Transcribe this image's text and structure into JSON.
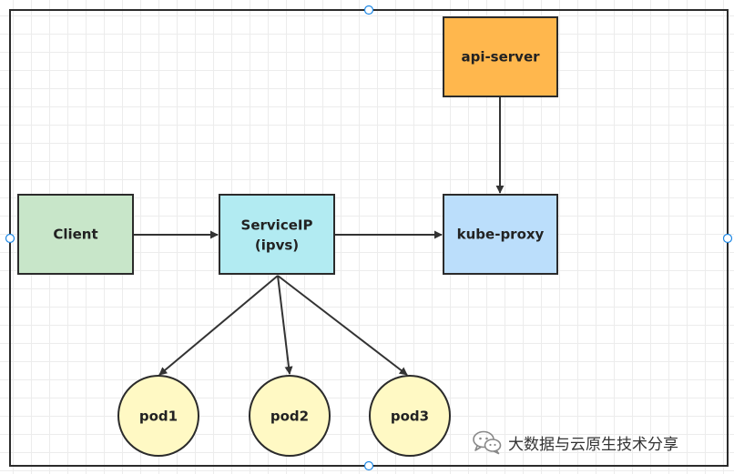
{
  "nodes": {
    "api_server": {
      "label": "api-server",
      "fill": "#ffb74d",
      "stroke": "#2b2b2b"
    },
    "client": {
      "label": "Client",
      "fill": "#c8e6c9",
      "stroke": "#2b2b2b"
    },
    "service_ip": {
      "label_line1": "ServiceIP",
      "label_line2": "(ipvs)",
      "fill": "#b2ebf2",
      "stroke": "#2b2b2b"
    },
    "kube_proxy": {
      "label": "kube-proxy",
      "fill": "#bbdefb",
      "stroke": "#2b2b2b"
    },
    "pod1": {
      "label": "pod1",
      "fill": "#fff9c4",
      "stroke": "#2b2b2b"
    },
    "pod2": {
      "label": "pod2",
      "fill": "#fff9c4",
      "stroke": "#2b2b2b"
    },
    "pod3": {
      "label": "pod3",
      "fill": "#fff9c4",
      "stroke": "#2b2b2b"
    }
  },
  "edges": [
    {
      "from": "client",
      "to": "service_ip"
    },
    {
      "from": "service_ip",
      "to": "kube_proxy"
    },
    {
      "from": "api_server",
      "to": "kube_proxy"
    },
    {
      "from": "service_ip",
      "to": "pod1"
    },
    {
      "from": "service_ip",
      "to": "pod2"
    },
    {
      "from": "service_ip",
      "to": "pod3"
    }
  ],
  "watermark": {
    "text": "大数据与云原生技术分享",
    "icon": "wechat-icon"
  },
  "colors": {
    "frame": "#2b2b2b",
    "edge": "#333333",
    "handle": "#1e88e5"
  }
}
